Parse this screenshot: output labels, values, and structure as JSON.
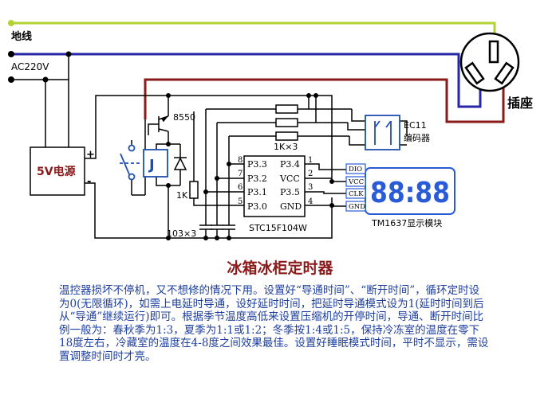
{
  "labels": {
    "ground": "地线",
    "ac": "AC220V",
    "supply": "5V电源",
    "plus": "+",
    "minus": "-",
    "transistor": "8550",
    "relay": "J",
    "resistor_1k": "1K",
    "resistor_1kx3": "1K×3",
    "caps": "103×3",
    "socket": "插座",
    "encoder": "EC11",
    "encoder_cn": "编码器",
    "mcu": "STC15F104W",
    "display_module": "TM1637显示模块",
    "display_digits": "88:88"
  },
  "pins": {
    "p8": "8",
    "p7": "7",
    "p6": "6",
    "p5": "5",
    "p1": "1",
    "p2": "2",
    "p3": "3",
    "p4": "4",
    "l8": "P3.3",
    "l7": "P3.2",
    "l6": "P3.1",
    "l5": "P3.0",
    "l1": "P3.4",
    "l2": "VCC",
    "l3": "P3.5",
    "l4": "GND"
  },
  "tm_pins": {
    "dio": "DIO",
    "vcc": "VCC",
    "clk": "CLK",
    "gnd": "GND"
  },
  "title": "冰箱冰柜定时器",
  "description": "温控器损坏不停机，又不想修的情况下用。设置好“导通时间”、“断开时间”，循环定时设为0(无限循环)，如需上电延时导通，设好延时时间，把延时导通模式设为1(延时时间到后从“导通”继续运行)即可。根据季节温度高低来设置压缩机的开停时间，导通、断开时间比例一般为：春秋季为1:3，夏季为1:1或1:2；冬季按1:4或1:5，保持冷冻室的温度在零下18度左右，冷藏室的温度在4-8度之间效果最佳。设置好睡眠模式时间，平时不显示，需设置调整时间时才亮。",
  "colors": {
    "ground_wire": "#b3d233",
    "live_wire": "#2626a6",
    "neutral_wire": "#8b1a1a",
    "wire": "#000000",
    "display": "#2a5bd7",
    "encoder": "#1f4fb0",
    "title": "#8b1a1a",
    "text": "#1e3f9e"
  }
}
